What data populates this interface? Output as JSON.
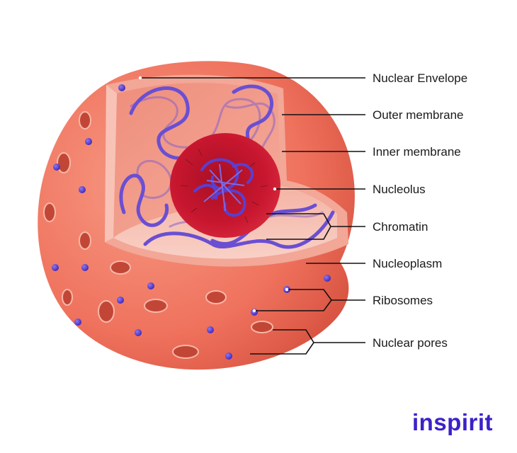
{
  "labels": {
    "nuclear_envelope": "Nuclear Envelope",
    "outer_membrane": "Outer membrane",
    "inner_membrane": "Inner membrane",
    "nucleolus": "Nucleolus",
    "chromatin": "Chromatin",
    "nucleoplasm": "Nucleoplasm",
    "ribosomes": "Ribosomes",
    "nuclear_pores": "Nuclear pores"
  },
  "logo": {
    "text": "inspirit"
  },
  "colors": {
    "envelope": "#f17a66",
    "envelope_dark": "#d2523f",
    "interior": "#f8c9be",
    "nucleolus": "#c4132c",
    "chromatin": "#6a4fd2",
    "ribosome": "#4a2fc0",
    "brand": "#3b22c9"
  }
}
